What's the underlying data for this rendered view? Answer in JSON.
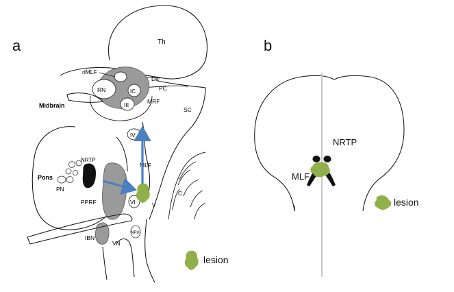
{
  "panel_a": {
    "letter": "a",
    "labels": {
      "th": "Th",
      "rimlf": "riMLF",
      "da": "Da",
      "rn": "RN",
      "ic": "IC",
      "pc": "PC",
      "midbrain": "Midbrain",
      "iii": "III",
      "mrf": "MRF",
      "sc": "SC",
      "iv": "IV",
      "nrtp": "NRTP",
      "mlf": "MLF",
      "pons": "Pons",
      "pn": "PN",
      "pprf": "PPRF",
      "v": "V",
      "c": "C",
      "vi": "VI",
      "ibn": "IBN",
      "nph": "NPH",
      "vn": "VN"
    },
    "legend": "lesion"
  },
  "panel_b": {
    "letter": "b",
    "labels": {
      "nrtp": "NRTP",
      "mlf": "MLF"
    },
    "legend": "lesion"
  },
  "colors": {
    "lesion": "#8fb04a",
    "arrow": "#4a7fc1",
    "nucleus_gray": "#9a9a9a",
    "midline": "#c8c8c8"
  }
}
